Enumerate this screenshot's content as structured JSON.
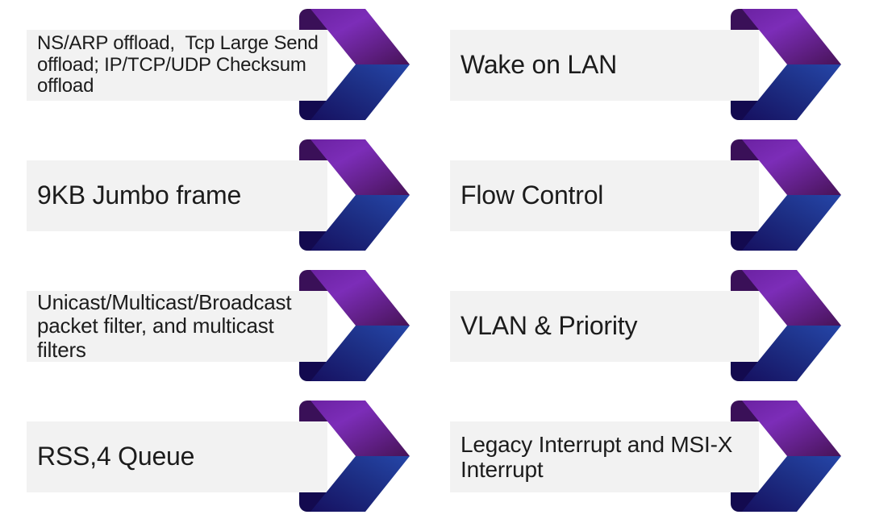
{
  "slide": {
    "background": "#ffffff",
    "bar_color": "#f2f2f2",
    "text_color": "#1c1c1c",
    "arrow_colors": {
      "purple_bright": "#7c2db8",
      "purple_mid": "#6b22a2",
      "purple_dark_tip": "#471357",
      "blue_bright_tip": "#2546a8",
      "blue_mid": "#1d2f85",
      "blue_dark": "#161060",
      "fold_top": "#3a1058",
      "fold_bottom": "#130a4f"
    },
    "items": [
      {
        "id": "offloads",
        "label": "NS/ARP offload,  Tcp Large Send\noffload; IP/TCP/UDP Checksum\noffload"
      },
      {
        "id": "wake-on-lan",
        "label": "Wake on LAN"
      },
      {
        "id": "jumbo-frame",
        "label": "9KB Jumbo frame"
      },
      {
        "id": "flow-control",
        "label": "Flow Control"
      },
      {
        "id": "packet-filters",
        "label": "Unicast/Multicast/Broadcast\npacket filter, and multicast\nfilters"
      },
      {
        "id": "vlan-priority",
        "label": "VLAN & Priority"
      },
      {
        "id": "rss-queue",
        "label": "RSS,4 Queue"
      },
      {
        "id": "interrupts",
        "label": "Legacy Interrupt and MSI-X\nInterrupt"
      }
    ]
  }
}
